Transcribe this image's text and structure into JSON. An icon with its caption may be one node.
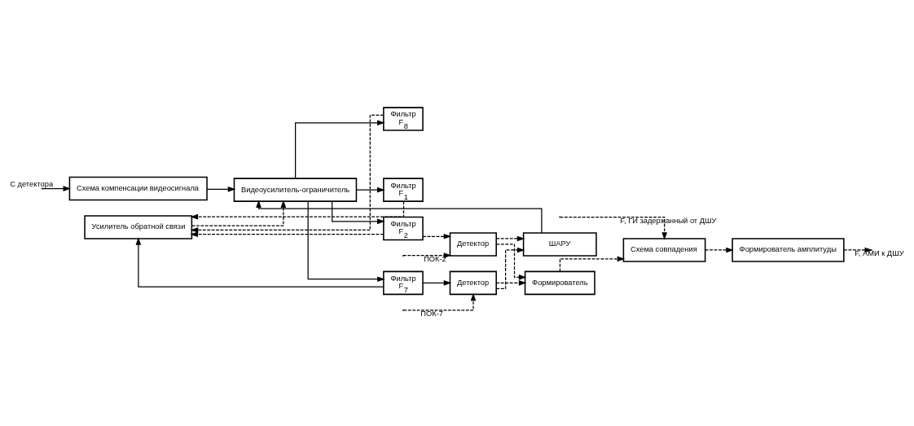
{
  "diagram": {
    "nodes": [
      {
        "text": [
          "Схема компенсации видеосигнала"
        ]
      },
      {
        "text": [
          "Усилитель обратной связи"
        ]
      },
      {
        "text": [
          "Видеоусилитель-ограничитель"
        ]
      },
      {
        "text": [
          "Фильтр",
          "F$_{1}$"
        ]
      },
      {
        "text": [
          "Фильтр",
          "F$_{2}$"
        ]
      },
      {
        "text": [
          "Фильтр",
          "F$_{7}$"
        ]
      },
      {
        "text": [
          "Фильтр",
          "F$_{8}$"
        ]
      },
      {
        "text": [
          "Детектор"
        ]
      },
      {
        "text": [
          "Детектор"
        ]
      },
      {
        "text": [
          "ШАРУ"
        ]
      },
      {
        "text": [
          "Формирователь"
        ]
      },
      {
        "text": [
          "Схема совпадения"
        ]
      },
      {
        "text": [
          "Формирователь амплитуды"
        ]
      }
    ],
    "edges": [
      {
        "from": null,
        "to": 0,
        "arrow": "to",
        "label": "С детектора"
      },
      {
        "from": 0,
        "to": 2,
        "arrow": "to"
      },
      {
        "from": 1,
        "to": 2,
        "arrow": "to",
        "style": "dashed"
      },
      {
        "from": 2,
        "to": 3,
        "arrow": "to"
      },
      {
        "from": 2,
        "to": 4,
        "arrow": "to"
      },
      {
        "from": 2,
        "to": 5,
        "arrow": "to"
      },
      {
        "from": 2,
        "to": 6,
        "arrow": "to"
      },
      {
        "from": 3,
        "to": 1,
        "arrow": "to",
        "style": "dashed"
      },
      {
        "from": 4,
        "to": 1,
        "arrow": "to",
        "style": "dashed"
      },
      {
        "from": 4,
        "to": 7,
        "arrow": "to",
        "style": "dashed"
      },
      {
        "from": 5,
        "to": 1,
        "arrow": "to"
      },
      {
        "from": 5,
        "to": 8,
        "arrow": "to"
      },
      {
        "from": 6,
        "to": 1,
        "arrow": "to",
        "style": "dashed"
      },
      {
        "from": null,
        "to": 7,
        "arrow": "to",
        "style": "dashed",
        "label": "ПОК-2"
      },
      {
        "from": null,
        "to": 8,
        "arrow": "to",
        "style": "dashed",
        "label": "ПОК-7"
      },
      {
        "from": 7,
        "to": 10,
        "arrow": "to",
        "style": "dashed"
      },
      {
        "from": 8,
        "to": 10,
        "arrow": "to",
        "style": "dashed"
      },
      {
        "from": 7,
        "to": 9,
        "arrow": "to",
        "style": "dashed"
      },
      {
        "from": 8,
        "to": 9,
        "arrow": "to",
        "style": "dashed"
      },
      {
        "from": 9,
        "to": 2,
        "arrow": "to"
      },
      {
        "from": 10,
        "to": 11,
        "arrow": "to",
        "style": "dashed"
      },
      {
        "from": null,
        "to": 11,
        "arrow": "to",
        "style": "dashed",
        "label": "F, ГИ задержанный от ДШУ"
      },
      {
        "from": 11,
        "to": 12,
        "arrow": "to",
        "style": "dashed"
      },
      {
        "from": 12,
        "to": null,
        "arrow": "to",
        "style": "dashed",
        "label": "F, АМИ к ДШУ"
      }
    ]
  }
}
